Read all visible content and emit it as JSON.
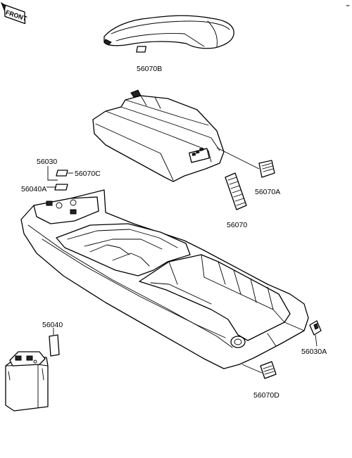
{
  "front_badge": "FRONT",
  "labels": {
    "seat_label": "56070B",
    "pad_right_label": "56070A",
    "strip_label": "56070",
    "decal_56030": "56030",
    "decal_56070c": "56070C",
    "decal_56040a": "56040A",
    "battery_label": "56040",
    "side_label": "56030A",
    "rear_pad_label": "56070D"
  }
}
